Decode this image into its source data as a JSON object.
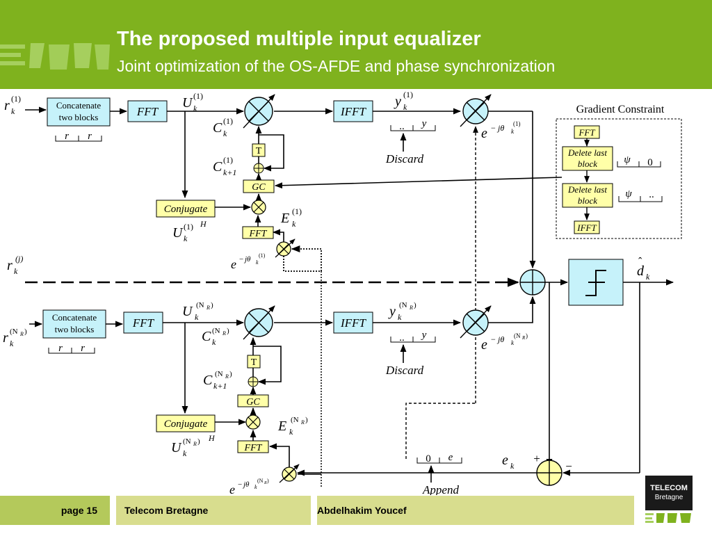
{
  "header": {
    "title": "The proposed multiple input equalizer",
    "subtitle": "Joint optimization of the OS-AFDE and phase synchronization"
  },
  "diagram": {
    "blocks": {
      "concat": [
        "Concatenate",
        "two blocks"
      ],
      "fft": "FFT",
      "ifft": "IFFT",
      "conjugate": "Conjugate",
      "gc": "GC",
      "t": "T",
      "decision_label": "",
      "delete_last": [
        "Delete last",
        "block"
      ]
    },
    "gradient_constraint": "Gradient Constraint",
    "discard": "Discard",
    "append": "Append",
    "frames": {
      "r": "r",
      "dots": "..",
      "y": "y",
      "psi": "ψ",
      "zero": "0",
      "e": "e"
    },
    "symbols": {
      "r": "r",
      "U": "U",
      "C": "C",
      "y": "y",
      "E": "E",
      "e": "e",
      "k": "k",
      "k1": "k+1",
      "j": "j",
      "one": "(1)",
      "nr": "(N",
      "nr_sub": "R",
      "close": ")",
      "H": "H",
      "jparen": "(j)",
      "exp_minus": "−",
      "theta": "jθ",
      "d": "d",
      "hat": "ˆ",
      "plus": "+",
      "minus": "−"
    }
  },
  "footer": {
    "page": "page 15",
    "company": "Telecom Bretagne",
    "author": "Abdelhakim Youcef"
  },
  "logo": {
    "line1": "TELECOM",
    "line2": "Bretagne"
  },
  "colors": {
    "header_green": "#7fb21e",
    "block_yellow": "#ffffa8",
    "block_cyan": "#c6f2fa",
    "footer_band": "#d8dd8e"
  }
}
